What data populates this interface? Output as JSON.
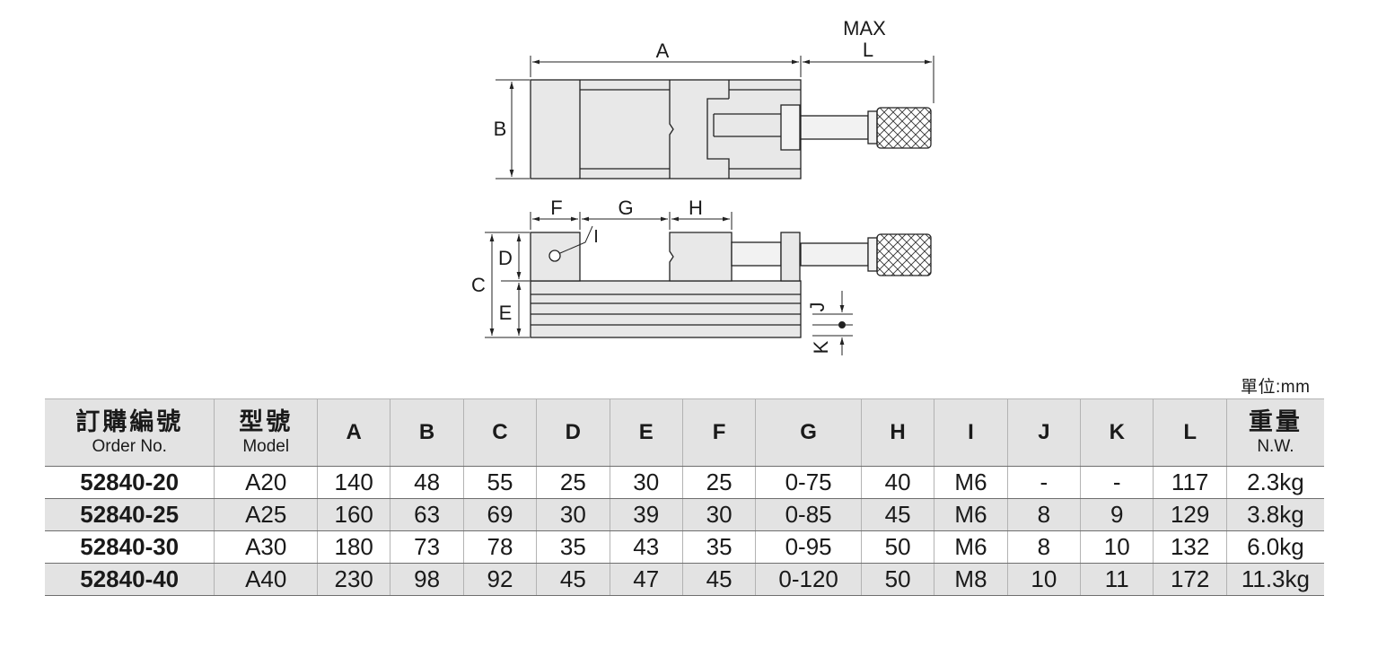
{
  "drawing": {
    "dim_labels": {
      "max": "MAX",
      "l": "L",
      "a": "A",
      "b": "B",
      "f": "F",
      "g": "G",
      "h": "H",
      "i": "I",
      "c": "C",
      "d": "D",
      "e": "E",
      "j": "J",
      "k": "K"
    }
  },
  "unit_label": "單位:mm",
  "table": {
    "header": {
      "order_zh": "訂購編號",
      "order_en": "Order No.",
      "model_zh": "型號",
      "model_en": "Model",
      "cols": [
        "A",
        "B",
        "C",
        "D",
        "E",
        "F",
        "G",
        "H",
        "I",
        "J",
        "K",
        "L"
      ],
      "weight_zh": "重量",
      "weight_en": "N.W."
    },
    "rows": [
      {
        "order": "52840-20",
        "model": "A20",
        "cells": [
          "140",
          "48",
          "55",
          "25",
          "30",
          "25",
          "0-75",
          "40",
          "M6",
          "-",
          "-",
          "117"
        ],
        "weight": "2.3kg"
      },
      {
        "order": "52840-25",
        "model": "A25",
        "cells": [
          "160",
          "63",
          "69",
          "30",
          "39",
          "30",
          "0-85",
          "45",
          "M6",
          "8",
          "9",
          "129"
        ],
        "weight": "3.8kg"
      },
      {
        "order": "52840-30",
        "model": "A30",
        "cells": [
          "180",
          "73",
          "78",
          "35",
          "43",
          "35",
          "0-95",
          "50",
          "M6",
          "8",
          "10",
          "132"
        ],
        "weight": "6.0kg"
      },
      {
        "order": "52840-40",
        "model": "A40",
        "cells": [
          "230",
          "98",
          "92",
          "45",
          "47",
          "45",
          "0-120",
          "50",
          "M8",
          "10",
          "11",
          "172"
        ],
        "weight": "11.3kg"
      }
    ]
  }
}
